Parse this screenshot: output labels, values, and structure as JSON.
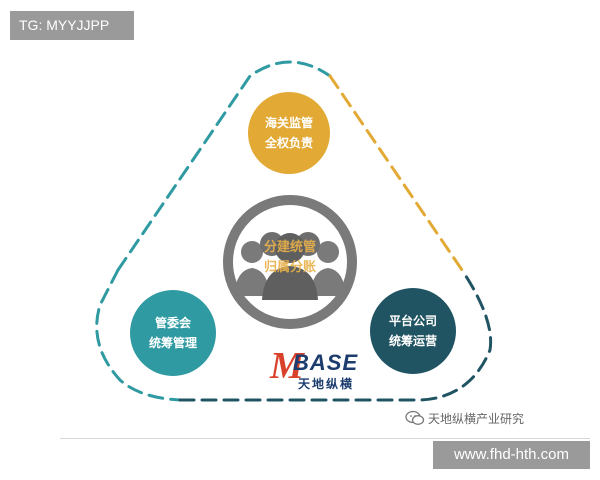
{
  "overlays": {
    "top_tag": "TG: MYYJJPP",
    "bottom_tag": "www.fhd-hth.com"
  },
  "diagram": {
    "top_node": {
      "line1": "海关监管",
      "line2": "全权负责",
      "color": "#e2a935"
    },
    "left_node": {
      "line1": "管委会",
      "line2": "统筹管理",
      "color": "#2f9aa1"
    },
    "right_node": {
      "line1": "平台公司",
      "line2": "统筹运营",
      "color": "#205463"
    },
    "hub": {
      "line1": "分建统管",
      "line2": "归属分账",
      "ring_color": "#7a7a7a"
    },
    "frame_colors": {
      "left_top": "#e2a935",
      "left_side": "#2f9aa1",
      "bottom": "#205463"
    }
  },
  "logo": {
    "mark": "M",
    "word": "BASE",
    "subtitle": "天地纵横"
  },
  "watermark": {
    "icon": "wechat-icon",
    "text": "天地纵横产业研究"
  }
}
